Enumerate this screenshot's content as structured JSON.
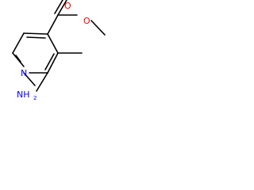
{
  "colors": {
    "bond": "#000000",
    "carbon": "#000000",
    "nitrogen": "#0000ff",
    "oxygen": "#ff0000",
    "background": "#ffffff"
  },
  "atoms": {
    "ring_nitrogen": "N",
    "amine_nitrogen": "NH",
    "amine_subscript": "2",
    "carbonyl_oxygen": "O",
    "ester_oxygen": "O"
  }
}
